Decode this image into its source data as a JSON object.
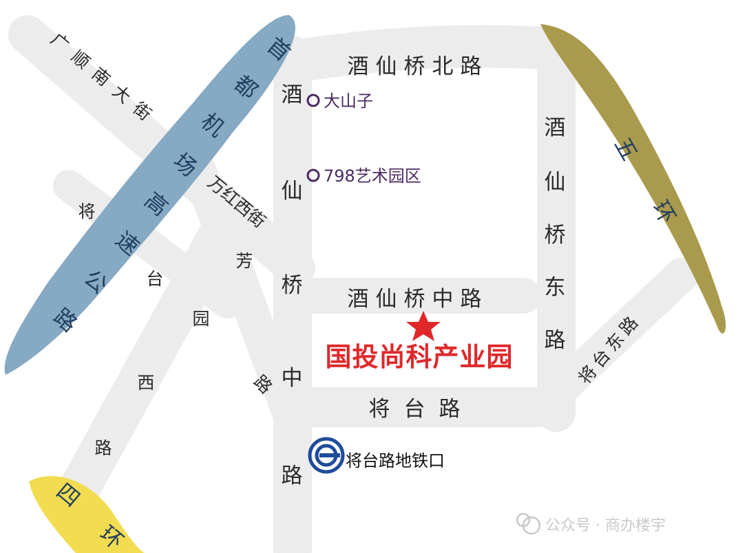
{
  "roads": {
    "north": "酒仙桥北路",
    "middle": "酒仙桥中路",
    "south": "将台路",
    "west_vertical": "酒仙桥中路",
    "east_vertical": "酒仙桥东路",
    "fang_part1": "万红西街",
    "fang_part2": "芳",
    "fang_part3": "园",
    "fang_part4": "路",
    "shunyi": "广顺南大街",
    "jiangtai_west": "将台西路",
    "jiangtai_east": "将台东路"
  },
  "highways": {
    "airport": "首都机场高速公路",
    "fifth_ring": "五环",
    "fourth_ring": "四环"
  },
  "pois": {
    "dashanzi": "大山子",
    "art798": "798艺术园区"
  },
  "subway": {
    "label": "将台路地铁口"
  },
  "destination": {
    "label": "国投尚科产业园"
  },
  "watermark": {
    "text": "公众号 · 商办楼宇"
  },
  "colors": {
    "road": "#ececec",
    "airport_highway": "#86a9c4",
    "fifth_ring": "#aa9a4d",
    "fourth_ring": "#f2dc4f",
    "destination": "#e0282b",
    "poi": "#4a2a63",
    "subway_logo": "#1f4b9b"
  }
}
